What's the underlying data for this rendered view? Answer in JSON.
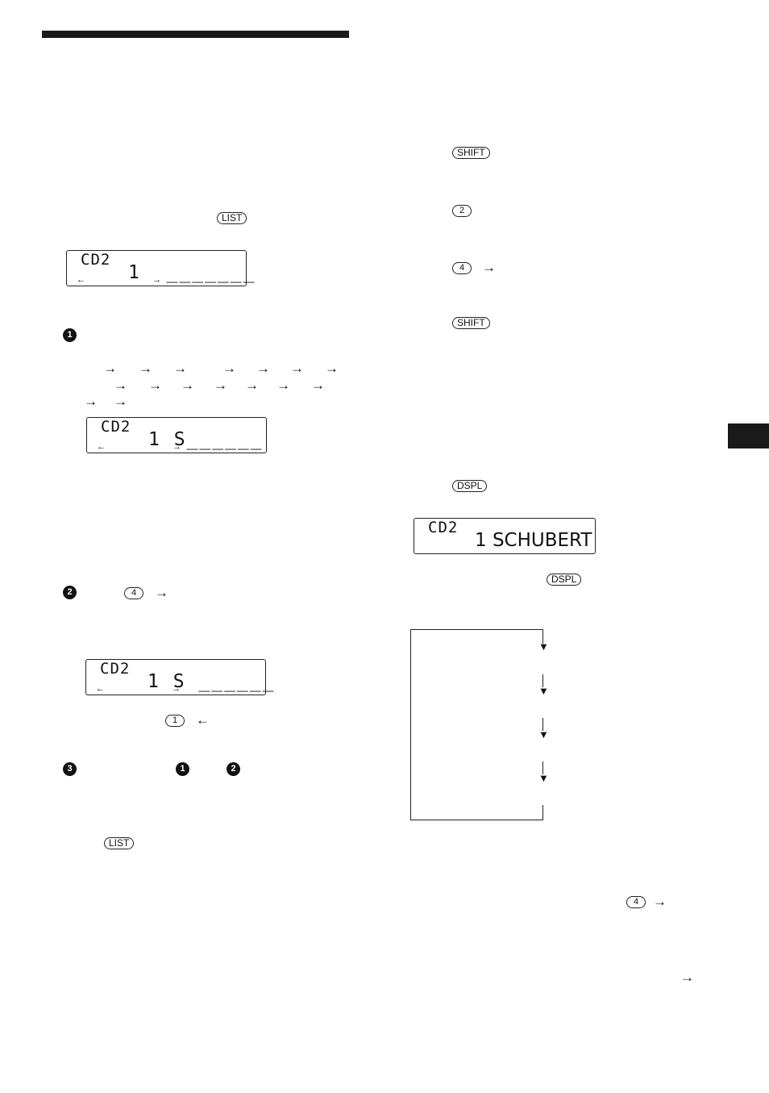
{
  "buttons": {
    "shift": "SHIFT",
    "list": "LIST",
    "dspl": "DSPL"
  },
  "keys": {
    "one": "1",
    "two": "2",
    "four": "4"
  },
  "steps": {
    "one": "1",
    "two": "2",
    "three": "3"
  },
  "displays": {
    "d1": {
      "source": "CD2",
      "text": "1  _______"
    },
    "d2": {
      "source": "CD2",
      "text": "1 S______"
    },
    "d3": {
      "source": "CD2",
      "text": "1 S ______"
    },
    "d4": {
      "source": "CD2",
      "text": "1 SCHUBERT"
    }
  },
  "glyphs": {
    "right": "→",
    "left": "←"
  }
}
